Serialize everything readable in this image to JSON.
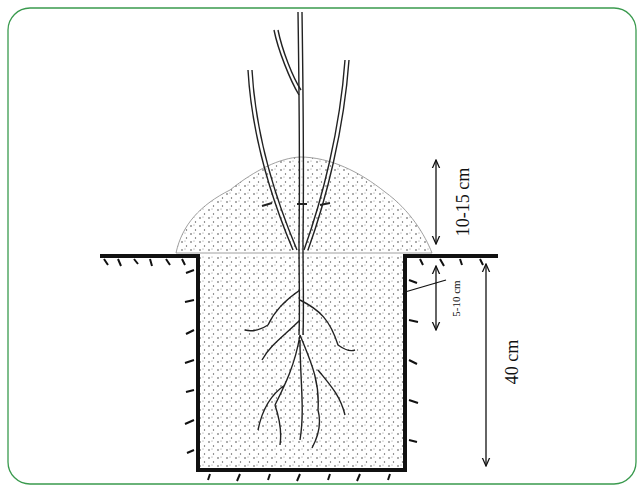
{
  "diagram": {
    "labels": [
      "10-15 cm",
      "5-10 cm",
      "40 cm"
    ]
  }
}
